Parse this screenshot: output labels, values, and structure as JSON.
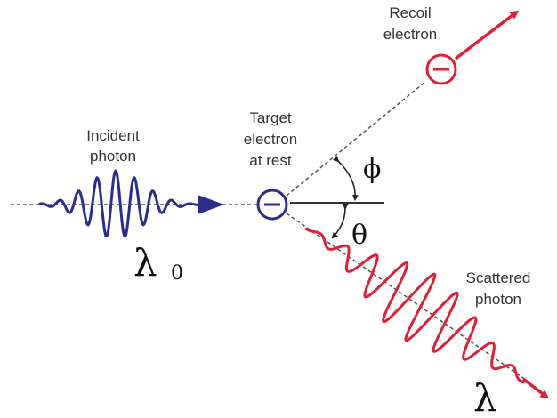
{
  "labels": {
    "incident_line1": "Incident",
    "incident_line2": "photon",
    "target_line1": "Target",
    "target_line2": "electron",
    "target_line3": "at rest",
    "recoil_line1": "Recoil",
    "recoil_line2": "electron",
    "scattered_line1": "Scattered",
    "scattered_line2": "photon"
  },
  "symbols": {
    "lambda0_letter": "λ",
    "lambda0_subscript": "0",
    "lambda": "λ",
    "phi": "ϕ",
    "theta": "θ",
    "electron_sign": "−"
  },
  "colors": {
    "incident_wave": "#2b2e8c",
    "scattered_wave": "#e0203a",
    "recoil_electron": "#e0203a",
    "target_electron": "#2b2e8c",
    "dashed_lines": "#555555",
    "text": "#333333"
  }
}
